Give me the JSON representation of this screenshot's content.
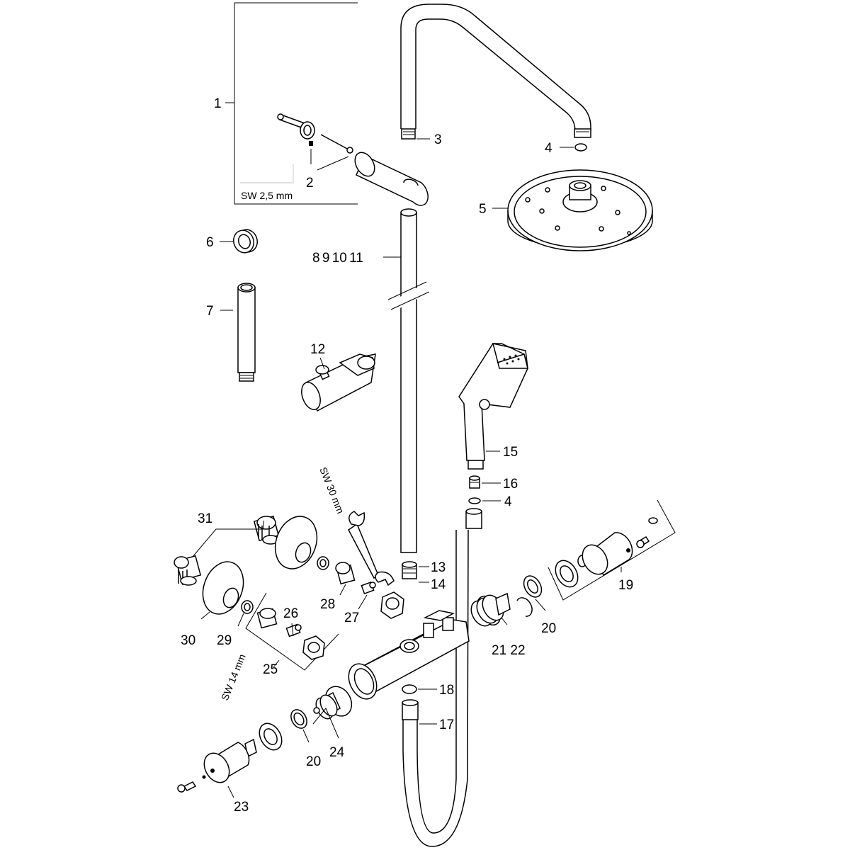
{
  "diagram": {
    "labels": {
      "l1": "1",
      "l2": "2",
      "l3": "3",
      "l4a": "4",
      "l4b": "4",
      "l5": "5",
      "l6": "6",
      "l7": "7",
      "l8_11": "8 9 10 11",
      "l12": "12",
      "l13": "13",
      "l14": "14",
      "l15": "15",
      "l16": "16",
      "l17": "17",
      "l18": "18",
      "l19": "19",
      "l20a": "20",
      "l20b": "20",
      "l21_22": "21 22",
      "l23": "23",
      "l24": "24",
      "l25": "25",
      "l26": "26",
      "l27": "27",
      "l28": "28",
      "l29": "29",
      "l30": "30",
      "l31": "31"
    },
    "tool_labels": {
      "hex_key_small": "SW 2,5 mm",
      "wrench": "SW 30 mm",
      "hex_key_large": "SW 14 mm"
    }
  }
}
